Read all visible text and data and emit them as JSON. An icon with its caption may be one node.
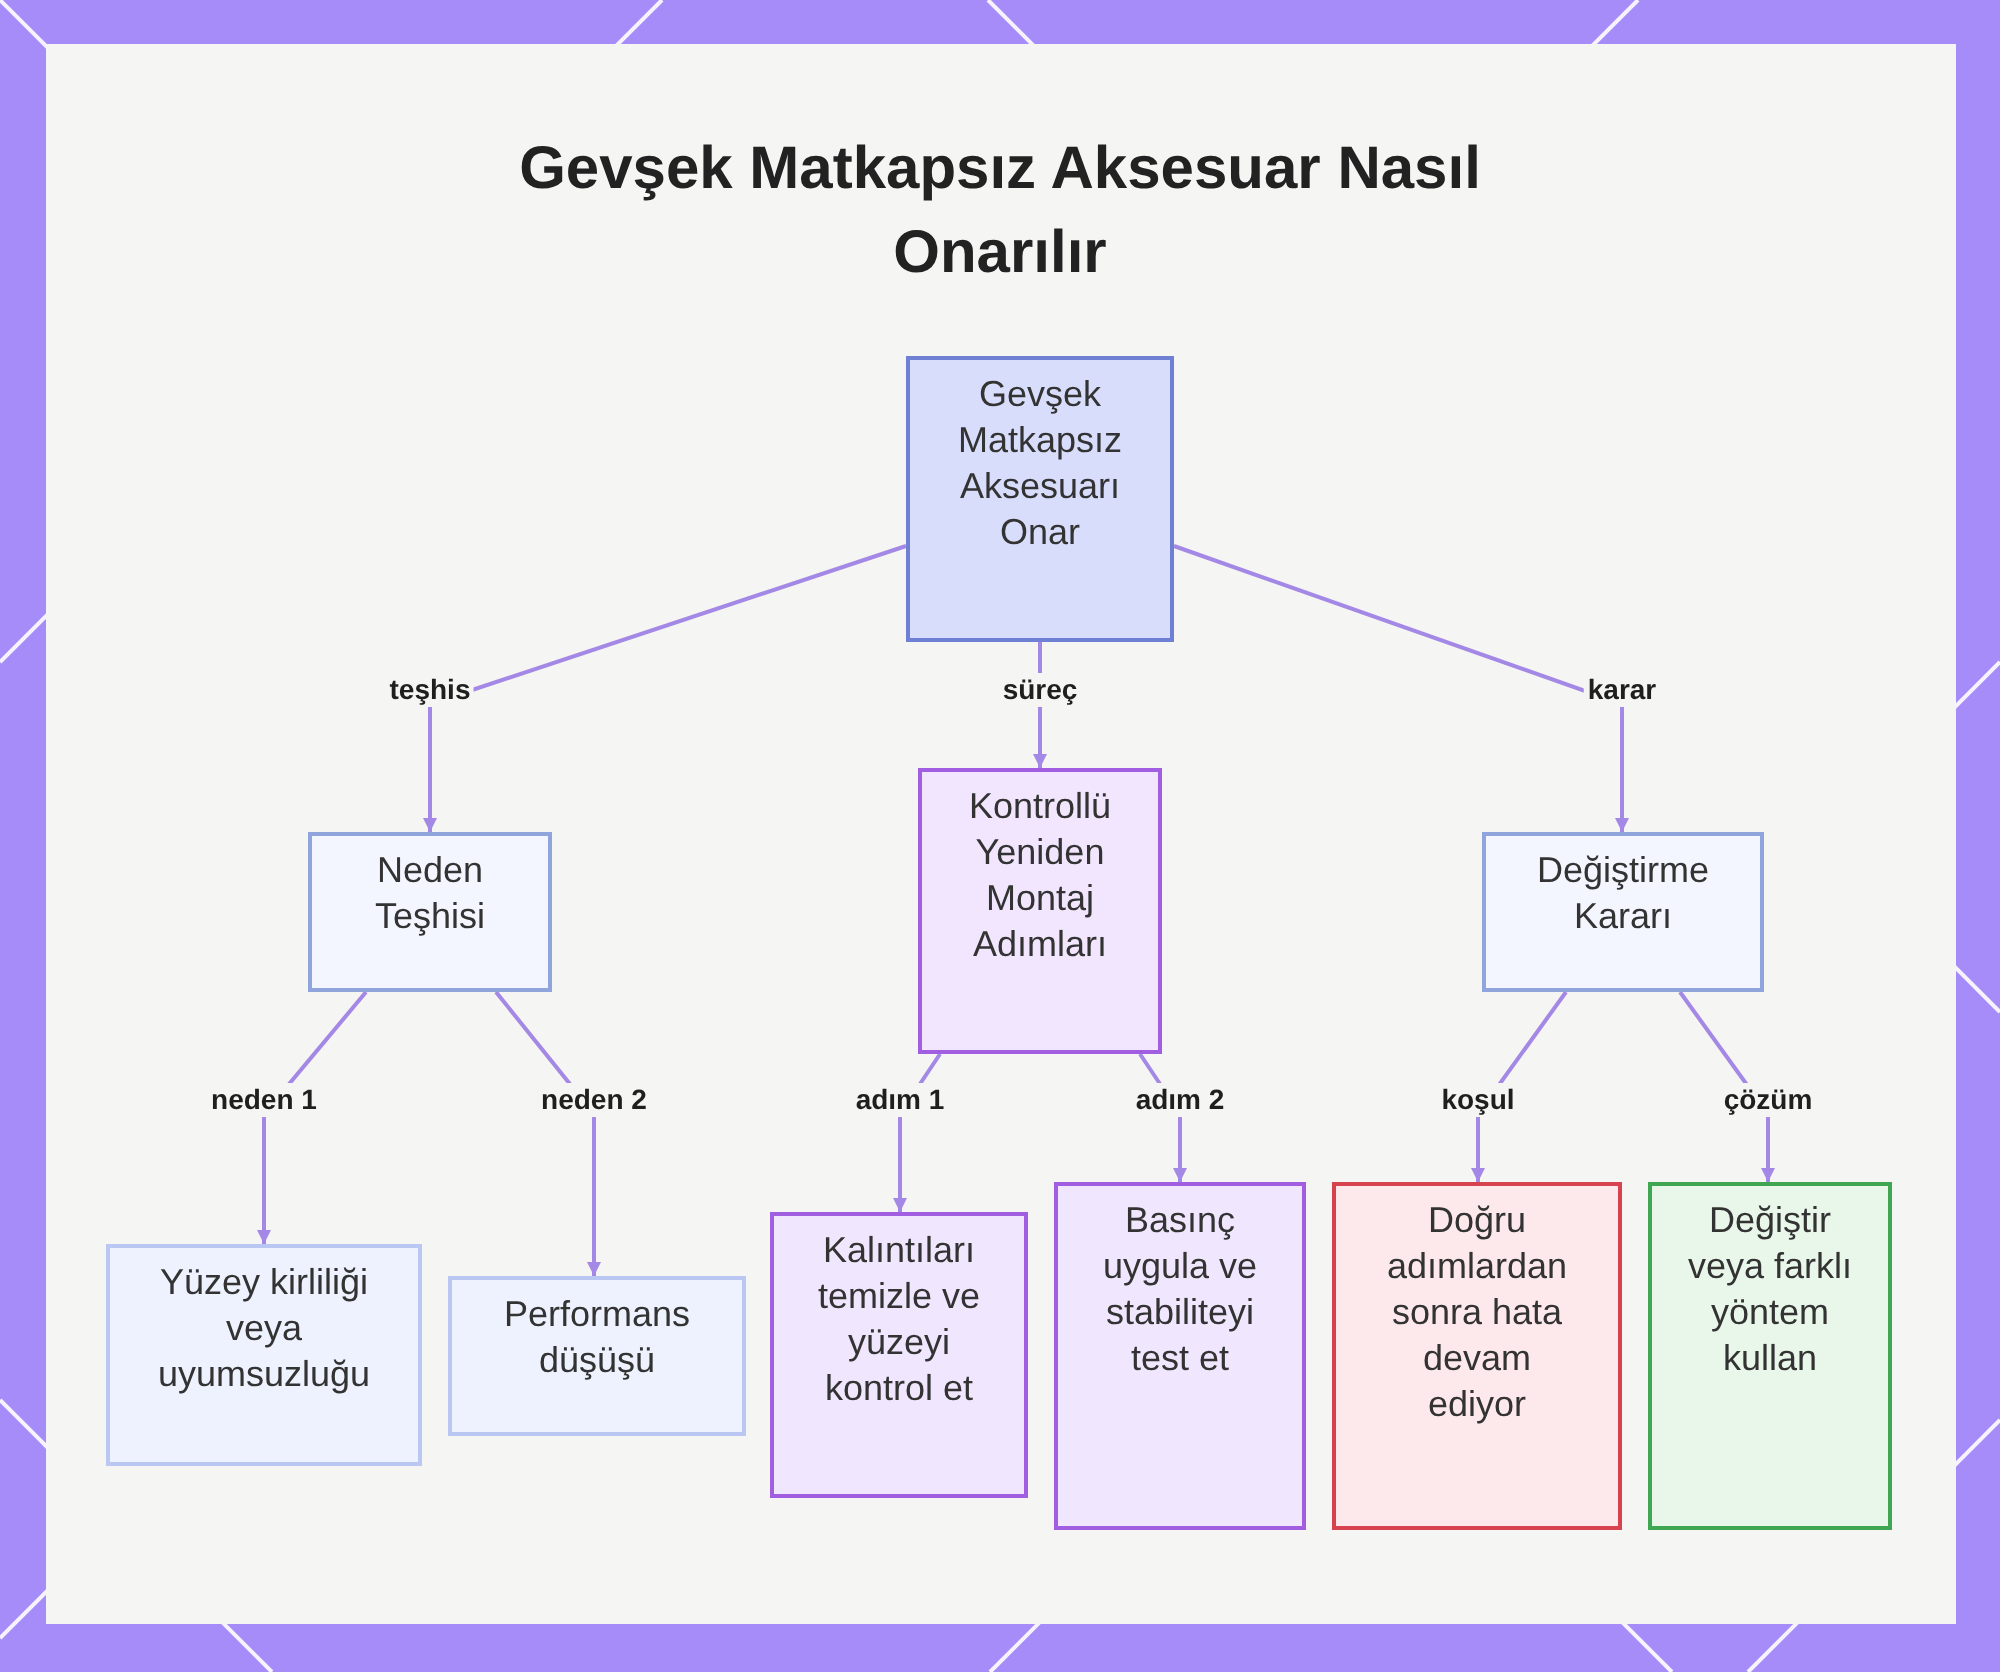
{
  "diagram": {
    "title": "Gevşek Matkapsız Aksesuar Nasıl Onarılır",
    "nodes": [
      {
        "text": [
          "Gevşek Matkapsız Aksesuarı Onar"
        ]
      },
      {
        "text": [
          "Neden Teşhisi"
        ]
      },
      {
        "text": [
          "Kontrollü Yeniden Montaj Adımları"
        ]
      },
      {
        "text": [
          "Değiştirme Kararı"
        ]
      },
      {
        "text": [
          "Yüzey kirliliği veya uyumsuzluğu"
        ]
      },
      {
        "text": [
          "Performans düşüşü"
        ]
      },
      {
        "text": [
          "Kalıntıları temizle ve yüzeyi kontrol et"
        ]
      },
      {
        "text": [
          "Basınç uygula ve stabiliteyi test et"
        ]
      },
      {
        "text": [
          "Doğru adımlardan sonra hata devam ediyor"
        ]
      },
      {
        "text": [
          "Değiştir veya farklı yöntem kullan"
        ]
      }
    ],
    "edges": [
      {
        "from": 0,
        "to": 1,
        "arrow": "to",
        "label": "teşhis"
      },
      {
        "from": 0,
        "to": 2,
        "arrow": "to",
        "label": "süreç"
      },
      {
        "from": 0,
        "to": 3,
        "arrow": "to",
        "label": "karar"
      },
      {
        "from": 1,
        "to": 4,
        "arrow": "to",
        "label": "neden 1"
      },
      {
        "from": 1,
        "to": 5,
        "arrow": "to",
        "label": "neden 2"
      },
      {
        "from": 2,
        "to": 6,
        "arrow": "to",
        "label": "adım 1"
      },
      {
        "from": 2,
        "to": 7,
        "arrow": "to",
        "label": "adım 2"
      },
      {
        "from": 3,
        "to": 8,
        "arrow": "to",
        "label": "koşul"
      },
      {
        "from": 3,
        "to": 9,
        "arrow": "to",
        "label": "çözüm"
      }
    ]
  }
}
